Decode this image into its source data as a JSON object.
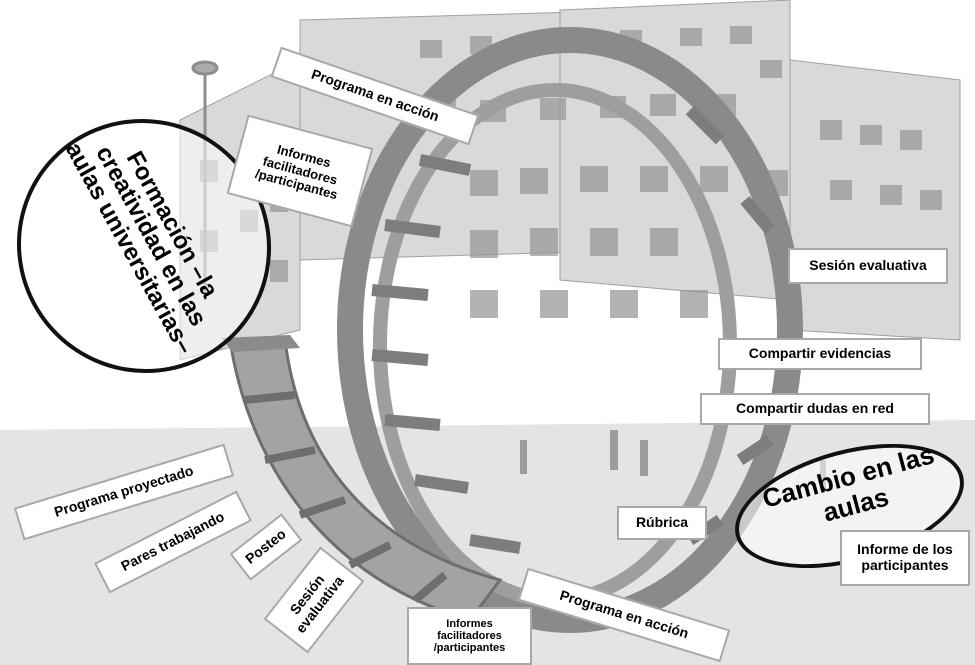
{
  "title": {
    "lines": [
      "Formación –la",
      "creatividad en las",
      "aulas universitarias–"
    ]
  },
  "result": {
    "lines": [
      "Cambio en las",
      "aulas"
    ]
  },
  "labels": {
    "programa_accion_top": "Programa en acción",
    "informes_top": [
      "Informes",
      "facilitadores",
      "/participantes"
    ],
    "sesion_evaluativa_right": "Sesión evaluativa",
    "compartir_evidencias": "Compartir evidencias",
    "compartir_dudas": "Compartir dudas en red",
    "rubrica": "Rúbrica",
    "informe_participantes": [
      "Informe de los",
      "participantes"
    ],
    "programa_accion_bottom": "Programa en acción",
    "informes_bottom": [
      "Informes",
      "facilitadores",
      "/participantes"
    ],
    "programa_proyectado": "Programa proyectado",
    "pares_trabajando": "Pares trabajando",
    "posteo": "Posteo",
    "sesion_evaluativa_bottom": [
      "Sesión",
      "evaluativa"
    ]
  },
  "colors": {
    "box_border": "#a8a8a8",
    "oval_border": "#111111",
    "sculpture": "#8a8a8a",
    "building": "#bdbdbd"
  }
}
